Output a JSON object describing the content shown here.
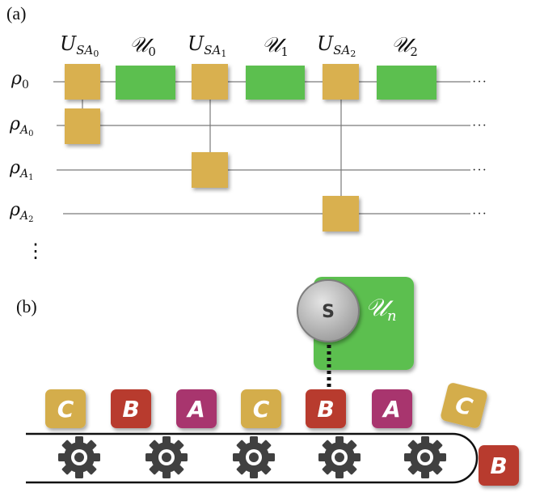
{
  "panel_a": {
    "label": "(a)",
    "top_labels": [
      {
        "main": "U",
        "sub": "SA",
        "subsub": "0"
      },
      {
        "main": "𝒰",
        "sub": "0",
        "subsub": ""
      },
      {
        "main": "U",
        "sub": "SA",
        "subsub": "1"
      },
      {
        "main": "𝒰",
        "sub": "1",
        "subsub": ""
      },
      {
        "main": "U",
        "sub": "SA",
        "subsub": "2"
      },
      {
        "main": "𝒰",
        "sub": "2",
        "subsub": ""
      }
    ],
    "wire_labels": [
      {
        "main": "ρ",
        "sub": "0",
        "subsub": ""
      },
      {
        "main": "ρ",
        "sub": "A",
        "subsub": "0"
      },
      {
        "main": "ρ",
        "sub": "A",
        "subsub": "1"
      },
      {
        "main": "ρ",
        "sub": "A",
        "subsub": "2"
      }
    ],
    "continuation": "···",
    "vertical_ellipsis": "⋮",
    "colors": {
      "gate": "#d9b04f",
      "unitary": "#5cbf4f",
      "wire": "#7a7a7a"
    }
  },
  "panel_b": {
    "label": "(b)",
    "system_label": "S",
    "unitary": {
      "main": "𝒰",
      "sub": "n"
    },
    "blocks_on_belt": [
      {
        "letter": "C",
        "color": "#d4ad4c"
      },
      {
        "letter": "B",
        "color": "#b83a2e"
      },
      {
        "letter": "A",
        "color": "#a8356e"
      },
      {
        "letter": "C",
        "color": "#d4ad4c"
      },
      {
        "letter": "B",
        "color": "#b83a2e"
      },
      {
        "letter": "A",
        "color": "#a8356e"
      }
    ],
    "falling_blocks": [
      {
        "letter": "C",
        "color": "#d4ad4c"
      },
      {
        "letter": "B",
        "color": "#b83a2e"
      }
    ],
    "gear_count": 5,
    "colors": {
      "unitary": "#5cbf4f",
      "system": "#b8b8b8",
      "gear": "#404040",
      "belt": "#111111"
    }
  }
}
